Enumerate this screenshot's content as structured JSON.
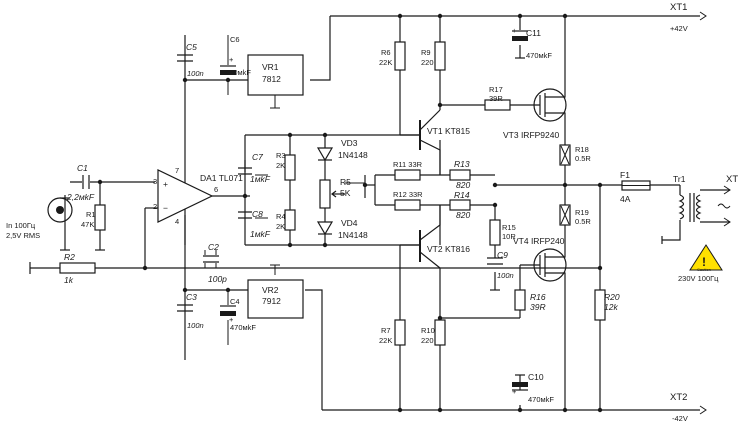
{
  "labels": {
    "xt1": "XT1",
    "xt1_voltage": "+42V",
    "xt2": "XT2",
    "xt2_voltage": "-42V",
    "xt": "XT",
    "input_line1": "In 100Гц",
    "input_line2": "2,5V RMS",
    "c1": "C1",
    "c1_value": "2,2мkF",
    "r1": "R1",
    "r1_value": "47K",
    "r2": "R2",
    "r2_value": "1k",
    "pin3": "3",
    "pin2": "2",
    "pin7": "7",
    "pin4": "4",
    "pin6": "6",
    "opamp": "DA1 TL071",
    "c2": "C2",
    "c2_value": "100p",
    "c5": "C5",
    "c5_value": "100n",
    "c6": "C6",
    "c6_value": "470мkF",
    "c3": "C3",
    "c3_value": "100n",
    "c4": "C4",
    "c4_value": "470мkF",
    "plus": "+",
    "vr1": "VR1",
    "vr1_value": "7812",
    "vr2": "VR2",
    "vr2_value": "7912",
    "c7": "C7",
    "c7_value": "1мkF",
    "c8": "C8",
    "c8_value": "1мkF",
    "r3": "R3",
    "r3_value": "2K",
    "r4": "R4",
    "r4_value": "2K",
    "vd3": "VD3",
    "vd3_value": "1N4148",
    "vd4": "VD4",
    "vd4_value": "1N4148",
    "r5": "R5",
    "r5_value": "5K",
    "r11": "R11 33R",
    "r12": "R12 33R",
    "r13": "R13",
    "r13_value": "820",
    "r14": "R14",
    "r14_value": "820",
    "r6": "R6",
    "r6_value": "22K",
    "r9": "R9",
    "r9_value": "220",
    "r7": "R7",
    "r7_value": "22K",
    "r10": "R10",
    "r10_value": "220",
    "vt1": "VT1 KT815",
    "vt2": "VT2 KT816",
    "r17": "R17",
    "r17_value": "39R",
    "vt3": "VT3 IRFP9240",
    "r18": "R18",
    "r18_value": "0.5R",
    "r19": "R19",
    "r19_value": "0.5R",
    "vt4": "VT4 IRFP240",
    "r16": "R16",
    "r16_value": "39R",
    "r15": "R15",
    "r15_value": "10R",
    "c9": "C9",
    "c9_value": "100n",
    "c11": "C11",
    "c11_value": "470мkF",
    "c10": "C10",
    "c10_value": "470мkF",
    "r20": "R20",
    "r20_value": "12k",
    "f1": "F1",
    "f1_value": "4A",
    "tr1": "Tr1",
    "warning_small": "Caution",
    "mains": "230V 100Гц"
  }
}
